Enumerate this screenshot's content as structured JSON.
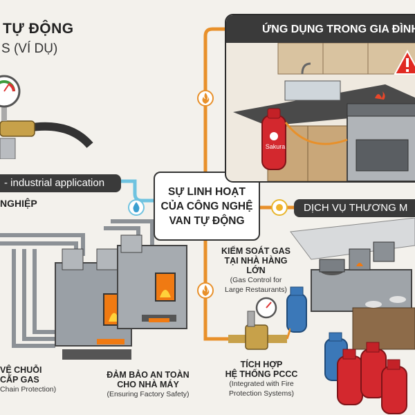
{
  "header": {
    "title_line1": "TỰ ĐỘNG",
    "title_line2": "S (VÍ DỤ)"
  },
  "hub": {
    "line1": "SỰ LINH HOẠT",
    "line2": "CỦA CÔNG NGHỆ",
    "line3": "VAN TỰ ĐỘNG"
  },
  "industrial": {
    "banner": "- industrial application",
    "heading": "NGHIỆP",
    "label_left_1": "VỆ CHUỖI",
    "label_left_2": "CẤP GAS",
    "label_left_en": "Chain Protection)",
    "label_right_1": "ĐẢM BẢO AN TOÀN",
    "label_right_2": "CHO NHÀ MÁY",
    "label_right_en": "(Ensuring Factory Safety)"
  },
  "household": {
    "banner": "ỨNG DỤNG TRONG GIA ĐÌNH",
    "cylinder_brand": "Sakura"
  },
  "commercial": {
    "banner": "DỊCH VỤ THƯƠNG M",
    "control_line1": "KIỂM SOÁT GAS",
    "control_line2": "TẠI NHÀ HÀNG LỚN",
    "control_en1": "(Gas Control for",
    "control_en2": "Large Restaurants)",
    "integ_line1": "TÍCH HỢP",
    "integ_line2": "HỆ THỐNG PCCC",
    "integ_en1": "(Integrated with Fire",
    "integ_en2": "Protection Systems)"
  },
  "colors": {
    "connector_orange": "#e8902a",
    "connector_blue": "#6fc3e0",
    "fire": "#f07a12",
    "cylinder_red": "#d3282e",
    "cylinder_blue": "#3b78b8"
  },
  "icons": [
    "gauge-icon",
    "flame-icon",
    "water-drop-icon",
    "warning-icon",
    "gas-cylinder-icon"
  ]
}
